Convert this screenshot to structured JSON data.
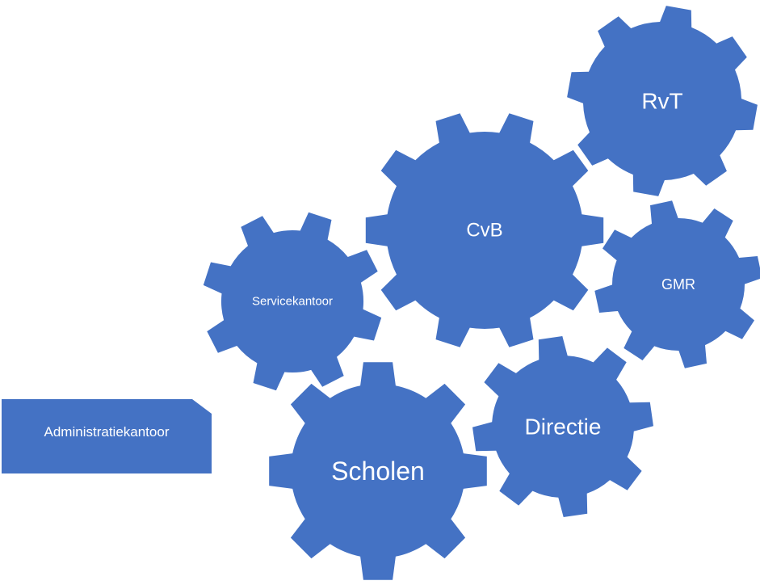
{
  "colors": {
    "gear": "#4472C4",
    "box": "#4472C4",
    "text": "#ffffff"
  },
  "gears": {
    "rvt": "RvT",
    "cvb": "CvB",
    "gmr": "GMR",
    "servicekantoor": "Servicekantoor",
    "directie": "Directie",
    "scholen": "Scholen"
  },
  "admin_box": {
    "label": "Administratiekantoor"
  }
}
